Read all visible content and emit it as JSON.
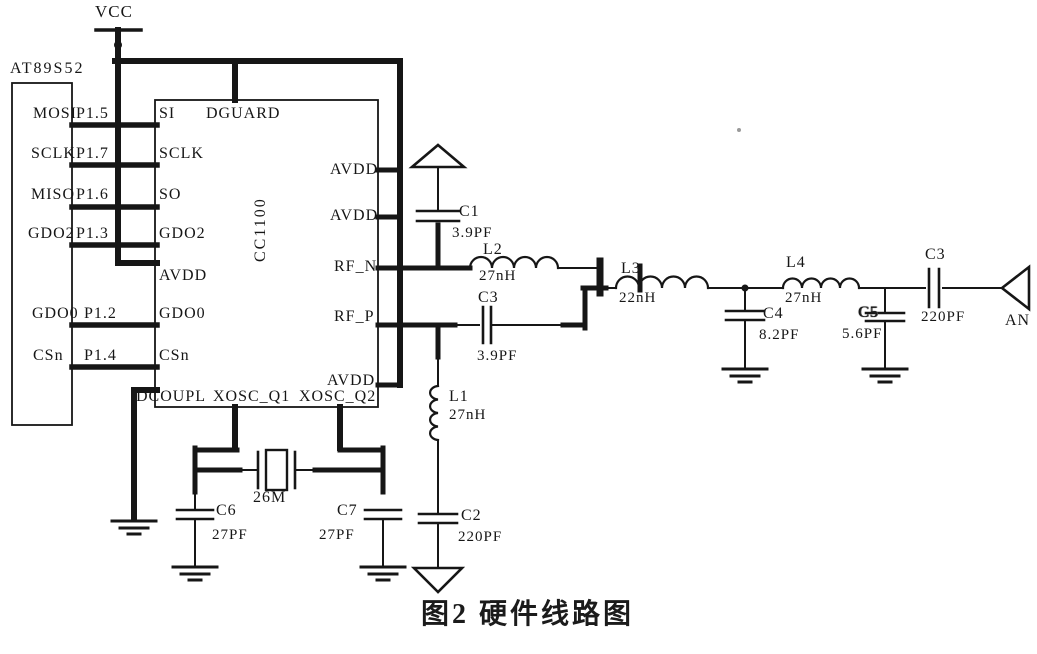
{
  "figure": {
    "caption": "图2 硬件线路图"
  },
  "power": {
    "vcc": "VCC"
  },
  "mcu": {
    "name": "AT89S52",
    "pins": [
      {
        "signal": "MOSI",
        "port": "P1.5"
      },
      {
        "signal": "SCLK",
        "port": "P1.7"
      },
      {
        "signal": "MISO",
        "port": "P1.6"
      },
      {
        "signal": "GDO2",
        "port": "P1.3"
      },
      {
        "signal": "GDO0",
        "port": "P1.2"
      },
      {
        "signal": "CSn",
        "port": "P1.4"
      }
    ]
  },
  "rf_chip": {
    "name": "CC1100",
    "top_pin": "DGUARD",
    "left_pins": [
      "SI",
      "SCLK",
      "SO",
      "GDO2",
      "AVDD",
      "GDO0",
      "CSn"
    ],
    "right_pins": [
      "AVDD",
      "AVDD",
      "RF_N",
      "RF_P",
      "AVDD"
    ],
    "bottom_pins": [
      "DCOUPL",
      "XOSC_Q1",
      "XOSC_Q2"
    ]
  },
  "components": {
    "c1": {
      "ref": "C1",
      "value": "3.9PF"
    },
    "c2": {
      "ref": "C2",
      "value": "220PF"
    },
    "c3_rfp": {
      "ref": "C3",
      "value": "3.9PF"
    },
    "c3_ant": {
      "ref": "C3",
      "value": "220PF"
    },
    "c4": {
      "ref": "C4",
      "value": "8.2PF"
    },
    "c5": {
      "ref": "C5",
      "value": "5.6PF"
    },
    "c6": {
      "ref": "C6",
      "value": "27PF"
    },
    "c7": {
      "ref": "C7",
      "value": "27PF"
    },
    "l1": {
      "ref": "L1",
      "value": "27nH"
    },
    "l2": {
      "ref": "L2",
      "value": "27nH"
    },
    "l3": {
      "ref": "L3",
      "value": "22nH"
    },
    "l4": {
      "ref": "L4",
      "value": "27nH"
    },
    "crystal": {
      "value": "26M"
    },
    "antenna": {
      "ref": "AN"
    }
  }
}
